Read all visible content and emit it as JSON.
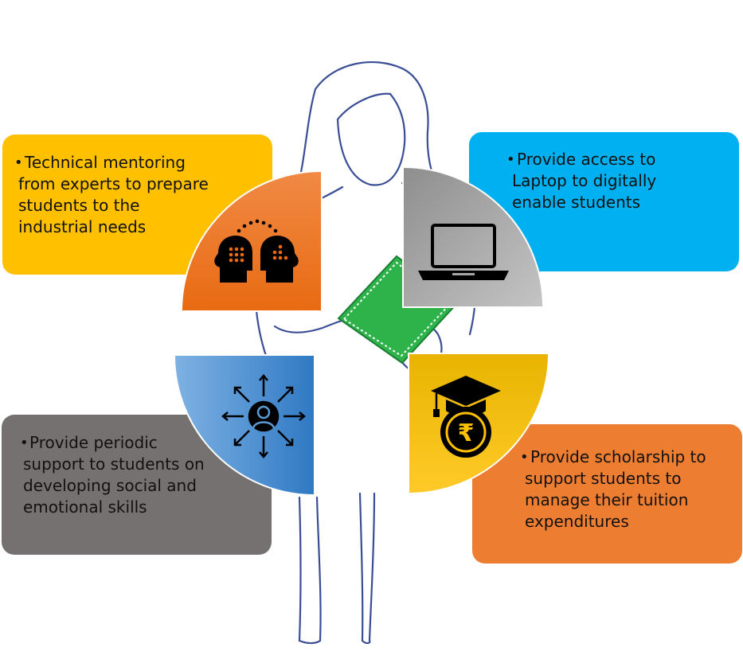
{
  "colors": {
    "mentoring_box": "#FFC000",
    "laptop_box": "#00B0F0",
    "social_box": "#767171",
    "scholarship_box": "#ED7D31",
    "orange_quadrant": "#ED7D31",
    "grey_quadrant": "#A5A5A5",
    "blue_quadrant": "#5B9BD5",
    "gold_quadrant": "#FFC000",
    "figure_outline": "#3A4E96",
    "tablet": "#2DB34A"
  },
  "bullet": "•",
  "boxes": {
    "mentoring": {
      "lines": [
        "Technical mentoring",
        "from experts to prepare",
        "students to the",
        "industrial needs"
      ],
      "icon": "mentoring-heads-icon"
    },
    "laptop": {
      "lines": [
        "Provide access to",
        "Laptop to digitally",
        "enable students"
      ],
      "icon": "laptop-icon"
    },
    "social": {
      "lines": [
        "Provide periodic",
        "support to students on",
        "developing social and",
        "emotional skills"
      ],
      "icon": "person-arrows-icon"
    },
    "scholarship": {
      "lines": [
        "Provide scholarship to",
        "support students to",
        "manage their tuition",
        "expenditures"
      ],
      "icon": "graduation-rupee-icon"
    }
  }
}
